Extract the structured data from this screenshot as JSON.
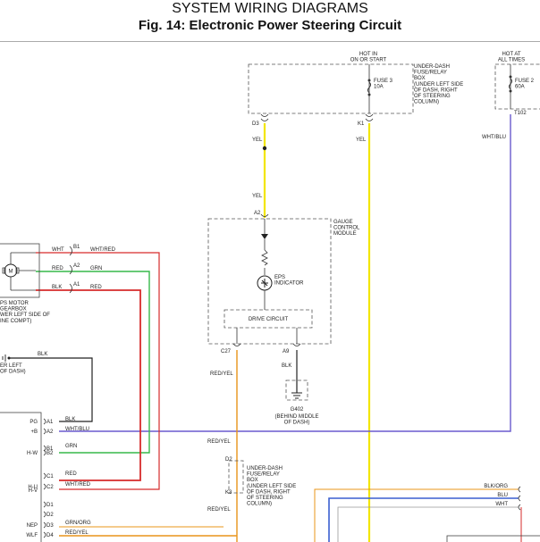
{
  "header": {
    "title": "SYSTEM WIRING DIAGRAMS",
    "subtitle": "Fig. 14: Electronic Power Steering Circuit"
  },
  "colors": {
    "yellow": "#f2e600",
    "red": "#d62b2b",
    "green": "#37b84a",
    "purple": "#6a5acd",
    "black": "#222222",
    "orange": "#e8941a",
    "blue": "#3a5fd0"
  },
  "top_box": {
    "source": "HOT IN\nON OR START",
    "label": "UNDER-DASH\nFUSE/RELAY\nBOX\n(UNDER LEFT SIDE\nOF DASH, RIGHT\nOF STEERING\nCOLUMN)",
    "fuse": "FUSE 3\n10A",
    "pin_left": "D3",
    "pin_right": "K1"
  },
  "right_box": {
    "source": "HOT AT\nALL TIMES",
    "fuse": "FUSE 2\n60A",
    "pin": "T102"
  },
  "wires": {
    "yel_1": "YEL",
    "yel_2": "YEL",
    "yel_3": "YEL",
    "wht_blu": "WHT/BLU",
    "blk": "BLK",
    "blk_2": "BLK",
    "red_yel_1": "RED/YEL",
    "red_yel_2": "RED/YEL",
    "red_yel_3": "RED/YEL"
  },
  "gauge": {
    "pin_a2": "A2",
    "label": "GAUGE\nCONTROL\nMODULE",
    "eps": "EPS\nINDICATOR",
    "drive": "DRIVE CIRCUIT",
    "pin_c27": "C27",
    "pin_a9": "A9"
  },
  "ground": {
    "id": "G402",
    "location": "(BEHIND MIDDLE\nOF DASH)"
  },
  "motor": {
    "wires": [
      {
        "left": "WHT",
        "pin": "B1",
        "right": "WHT/RED"
      },
      {
        "left": "RED",
        "pin": "A2",
        "right": "GRN"
      },
      {
        "left": "BLK",
        "pin": "A1",
        "right": "RED"
      }
    ],
    "caption": "PS MOTOR\nGEARBOX\nWER LEFT SIDE OF\nINE COMPT)"
  },
  "ground_left": {
    "caption": "ER LEFT\nOF DASH)"
  },
  "connector": {
    "rows": [
      {
        "name": "PG",
        "pin": "A1",
        "wire": "BLK"
      },
      {
        "name": "+B",
        "pin": "A2",
        "wire": "WHT/BLU"
      },
      {
        "name": "",
        "pin": "B1",
        "wire": "GRN"
      },
      {
        "name": "H-W",
        "pin": "B2",
        "wire": ""
      },
      {
        "name": "",
        "pin": "C1",
        "wire": "RED"
      },
      {
        "name": "H-U",
        "pin": "C2",
        "wire": "WHT/RED"
      },
      {
        "name": "H-V",
        "pin": "",
        "wire": ""
      },
      {
        "name": "",
        "pin": "D1",
        "wire": ""
      },
      {
        "name": "",
        "pin": "D2",
        "wire": ""
      },
      {
        "name": "NEP",
        "pin": "D3",
        "wire": "GRN/ORG"
      },
      {
        "name": "WLF",
        "pin": "D4",
        "wire": "RED/YEL"
      }
    ]
  },
  "bottom_box": {
    "pin_top": "D2",
    "pin_bottom": "K3",
    "label": "UNDER-DASH\nFUSE/RELAY\nBOX\n(UNDER LEFT SIDE\nOF DASH, RIGHT\nOF STEERING\nCOLUMN)"
  },
  "right_wires": [
    {
      "label": "BLK/ORG"
    },
    {
      "label": "BLU"
    },
    {
      "label": "WHT"
    }
  ]
}
